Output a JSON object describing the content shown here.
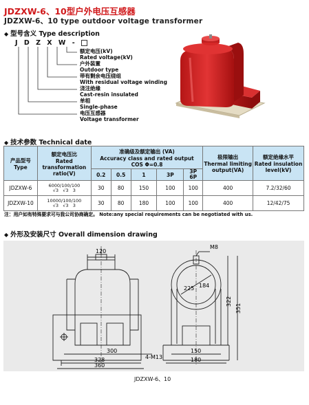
{
  "title": {
    "cn": "JDZXW-6、10型户外电压互感器",
    "en": "JDZXW-6、10 type outdoor voltage  transformer"
  },
  "type_description": {
    "heading": "型号含义 Type description",
    "code_letters": [
      "J",
      "D",
      "Z",
      "X",
      "W",
      "-"
    ],
    "labels": [
      "额定电压(kV)",
      "Rated voltage(kV)",
      "户外装置",
      "Outdoor type",
      "带有剩余电压绕组",
      "With residual voltage winding",
      "浇注绝缘",
      "Cast-resin insulated",
      "单相",
      "Single-phase",
      "电压互感器",
      "Voltage transformer"
    ]
  },
  "technical": {
    "heading": "技术参数 Technical date",
    "header": {
      "type": [
        "产品型号",
        "Type"
      ],
      "ratio": [
        "额定电压比",
        "Rated",
        "transformation",
        "ratio(V)"
      ],
      "accuracy": [
        "准确级及额定输出 (VA)",
        "Accuracy class and rated output",
        "COS Φ=0.8"
      ],
      "classes": [
        "0.2",
        "0.5",
        "1",
        "3P",
        "3P\n6P"
      ],
      "thermal": [
        "极限输出",
        "Thermal limiting",
        "output(VA)"
      ],
      "insulation": [
        "额定绝缘水平",
        "Rated insulation",
        "level(kV)"
      ]
    },
    "rows": [
      {
        "type": "JDZXW-6",
        "ratio_num": [
          "6000",
          "100",
          "100"
        ],
        "ratio_den": [
          "√3",
          "√3",
          "3"
        ],
        "values": [
          "30",
          "80",
          "150",
          "100",
          "100"
        ],
        "thermal": "400",
        "insulation": "7.2/32/60"
      },
      {
        "type": "JDZXW-10",
        "ratio_num": [
          "10000",
          "100",
          "100"
        ],
        "ratio_den": [
          "√3",
          "√3",
          "3"
        ],
        "values": [
          "30",
          "80",
          "180",
          "100",
          "100"
        ],
        "thermal": "400",
        "insulation": "12/42/75"
      }
    ]
  },
  "note": "注：用户如有特殊要求可与我公司协商确定。  Note:any special requirements can be negotiated with us.",
  "drawing": {
    "heading": "外形及安装尺寸 Overall dimension drawing",
    "caption": "JDZXW-6、10",
    "dims": {
      "top_width": "120",
      "d300": "300",
      "d328": "328",
      "d360": "360",
      "holes": "4-M13",
      "m8": "M8",
      "d225": "225",
      "d184": "184",
      "d322": "322",
      "d351": "351",
      "d150": "150",
      "d180": "180"
    }
  },
  "colors": {
    "title_red": "#d0191b",
    "product_red": "#d62424",
    "table_header": "#c9e4f4"
  }
}
